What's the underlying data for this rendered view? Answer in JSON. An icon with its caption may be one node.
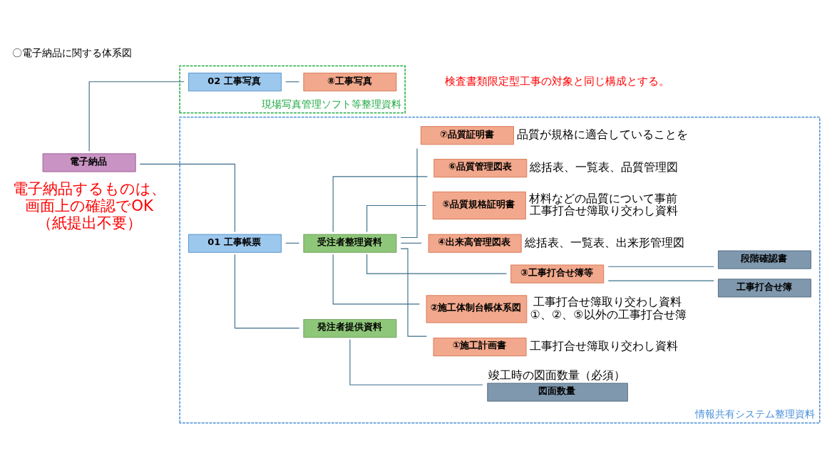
{
  "diagram": {
    "title": "〇電子納品に関する体系図",
    "nodes": [
      {
        "text": [
          "電子納品"
        ]
      },
      {
        "text": [
          "情報共有システム整理資料"
        ]
      },
      {
        "text": [
          "01 工事帳票"
        ],
        "in": 1
      },
      {
        "text": [
          "発注者提供資料"
        ],
        "in": 1
      },
      {
        "text": [
          "図面数量"
        ],
        "in": 1,
        "beside": [
          "竣工時の図面数量（必須）"
        ]
      },
      {
        "text": [
          "受注者整理資料"
        ],
        "in": 1
      },
      {
        "text": [
          "①施工計画書"
        ],
        "in": 1,
        "beside": [
          "工事打合せ簿取り交わし資料"
        ]
      },
      {
        "text": [
          "②施工体制台帳体系図"
        ],
        "in": 1,
        "beside": [
          "工事打合せ簿取り交わし資料",
          "①、②、⑤以外の工事打合せ簿"
        ]
      },
      {
        "text": [
          "③工事打合せ簿等"
        ],
        "in": 1
      },
      {
        "text": [
          "工事打合せ簿"
        ],
        "in": 1
      },
      {
        "text": [
          "段階確認書"
        ],
        "in": 1
      },
      {
        "text": [
          "④出来高管理図表"
        ],
        "in": 1,
        "beside": [
          "総括表、一覧表、出来形管理図"
        ]
      },
      {
        "text": [
          "⑤品質規格証明書"
        ],
        "in": 1,
        "beside": [
          "材料などの品質について事前",
          "工事打合せ簿取り交わし資料"
        ]
      },
      {
        "text": [
          "⑥品質管理図表"
        ],
        "in": 1,
        "beside": [
          "総括表、一覧表、品質管理図"
        ]
      },
      {
        "text": [
          "⑦品質証明書"
        ],
        "in": 1,
        "beside": [
          "品質が規格に適合していることを"
        ]
      },
      {
        "text": [
          "現場写真管理ソフト等整理資料"
        ]
      },
      {
        "text": [
          "02 工事写真"
        ],
        "in": 15
      },
      {
        "text": [
          "⑧工事写真"
        ],
        "in": 15
      }
    ],
    "edges": [
      {
        "from": 0,
        "to": 2,
        "arrow": "none"
      },
      {
        "from": 0,
        "to": 16,
        "arrow": "none"
      },
      {
        "from": 2,
        "to": 3,
        "arrow": "none"
      },
      {
        "from": 2,
        "to": 5,
        "arrow": "none"
      },
      {
        "from": 3,
        "to": 4,
        "arrow": "none"
      },
      {
        "from": 5,
        "to": 6,
        "arrow": "none"
      },
      {
        "from": 5,
        "to": 7,
        "arrow": "none"
      },
      {
        "from": 5,
        "to": 8,
        "arrow": "none"
      },
      {
        "from": 5,
        "to": 11,
        "arrow": "none"
      },
      {
        "from": 5,
        "to": 12,
        "arrow": "none"
      },
      {
        "from": 5,
        "to": 13,
        "arrow": "none"
      },
      {
        "from": 5,
        "to": 14,
        "arrow": "none"
      },
      {
        "from": 8,
        "to": 9,
        "arrow": "none"
      },
      {
        "from": 8,
        "to": 10,
        "arrow": "none"
      },
      {
        "from": 16,
        "to": 17,
        "arrow": "none"
      }
    ],
    "labels": [
      "電子納品するものは、画面上の確認でOK（紙提出不要）",
      "検査書類限定型工事の対象と同じ構成とする。"
    ]
  }
}
